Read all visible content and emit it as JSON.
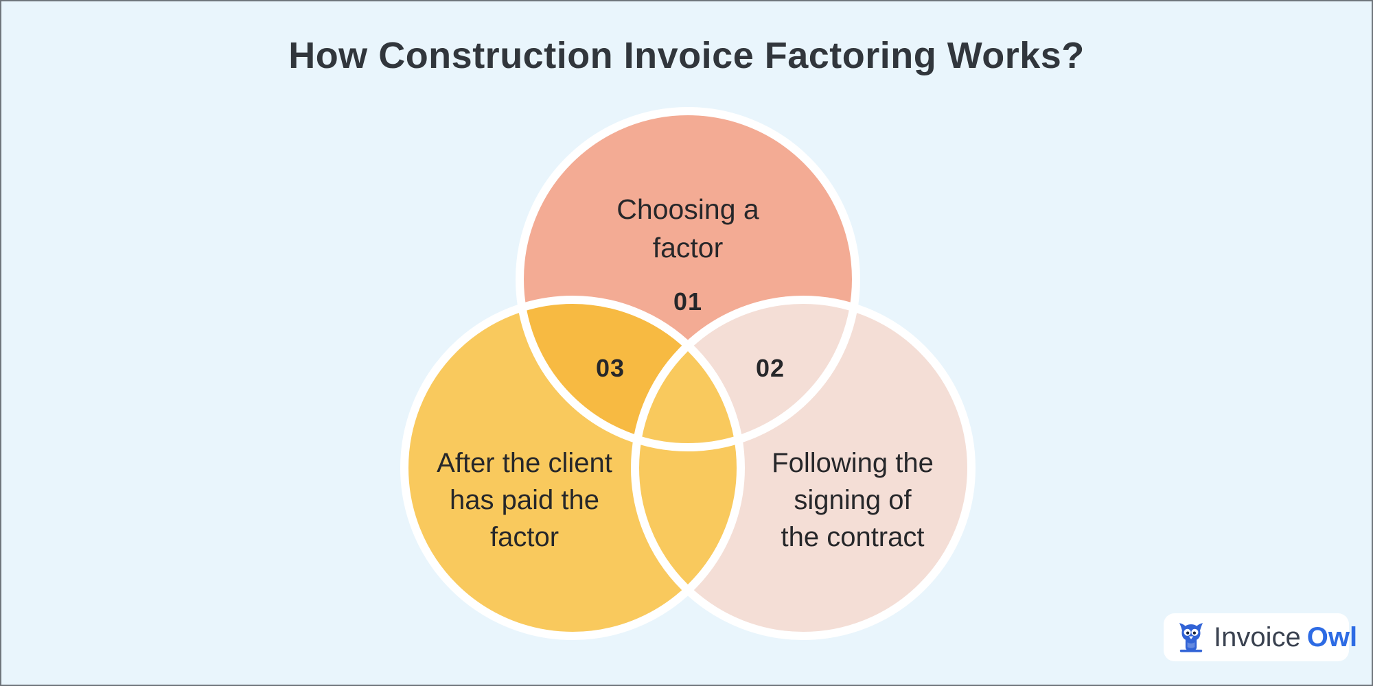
{
  "title": "How Construction Invoice Factoring Works?",
  "colors": {
    "background": "#E9F5FC",
    "frame_border": "#6F757B",
    "title_text": "#31363C",
    "label_text": "#26272A",
    "circle_stroke": "#FFFFFF",
    "top_circle": "#F3AB94",
    "right_circle": "#F4DED6",
    "left_circle": "#F9C95D",
    "top_left_overlap": "#F7BA42",
    "logo_box": "#FFFFFF",
    "logo_invoice_text": "#3A4250",
    "logo_owl_text": "#2D6BE4",
    "owl_icon_blue": "#3163D6"
  },
  "steps": [
    {
      "number": "01",
      "label": "Choosing a\nfactor"
    },
    {
      "number": "02",
      "label": "Following the\nsigning of\nthe contract"
    },
    {
      "number": "03",
      "label": "After the client\nhas paid the\nfactor"
    }
  ],
  "logo": {
    "word1": "Invoice",
    "word2": "Owl"
  }
}
